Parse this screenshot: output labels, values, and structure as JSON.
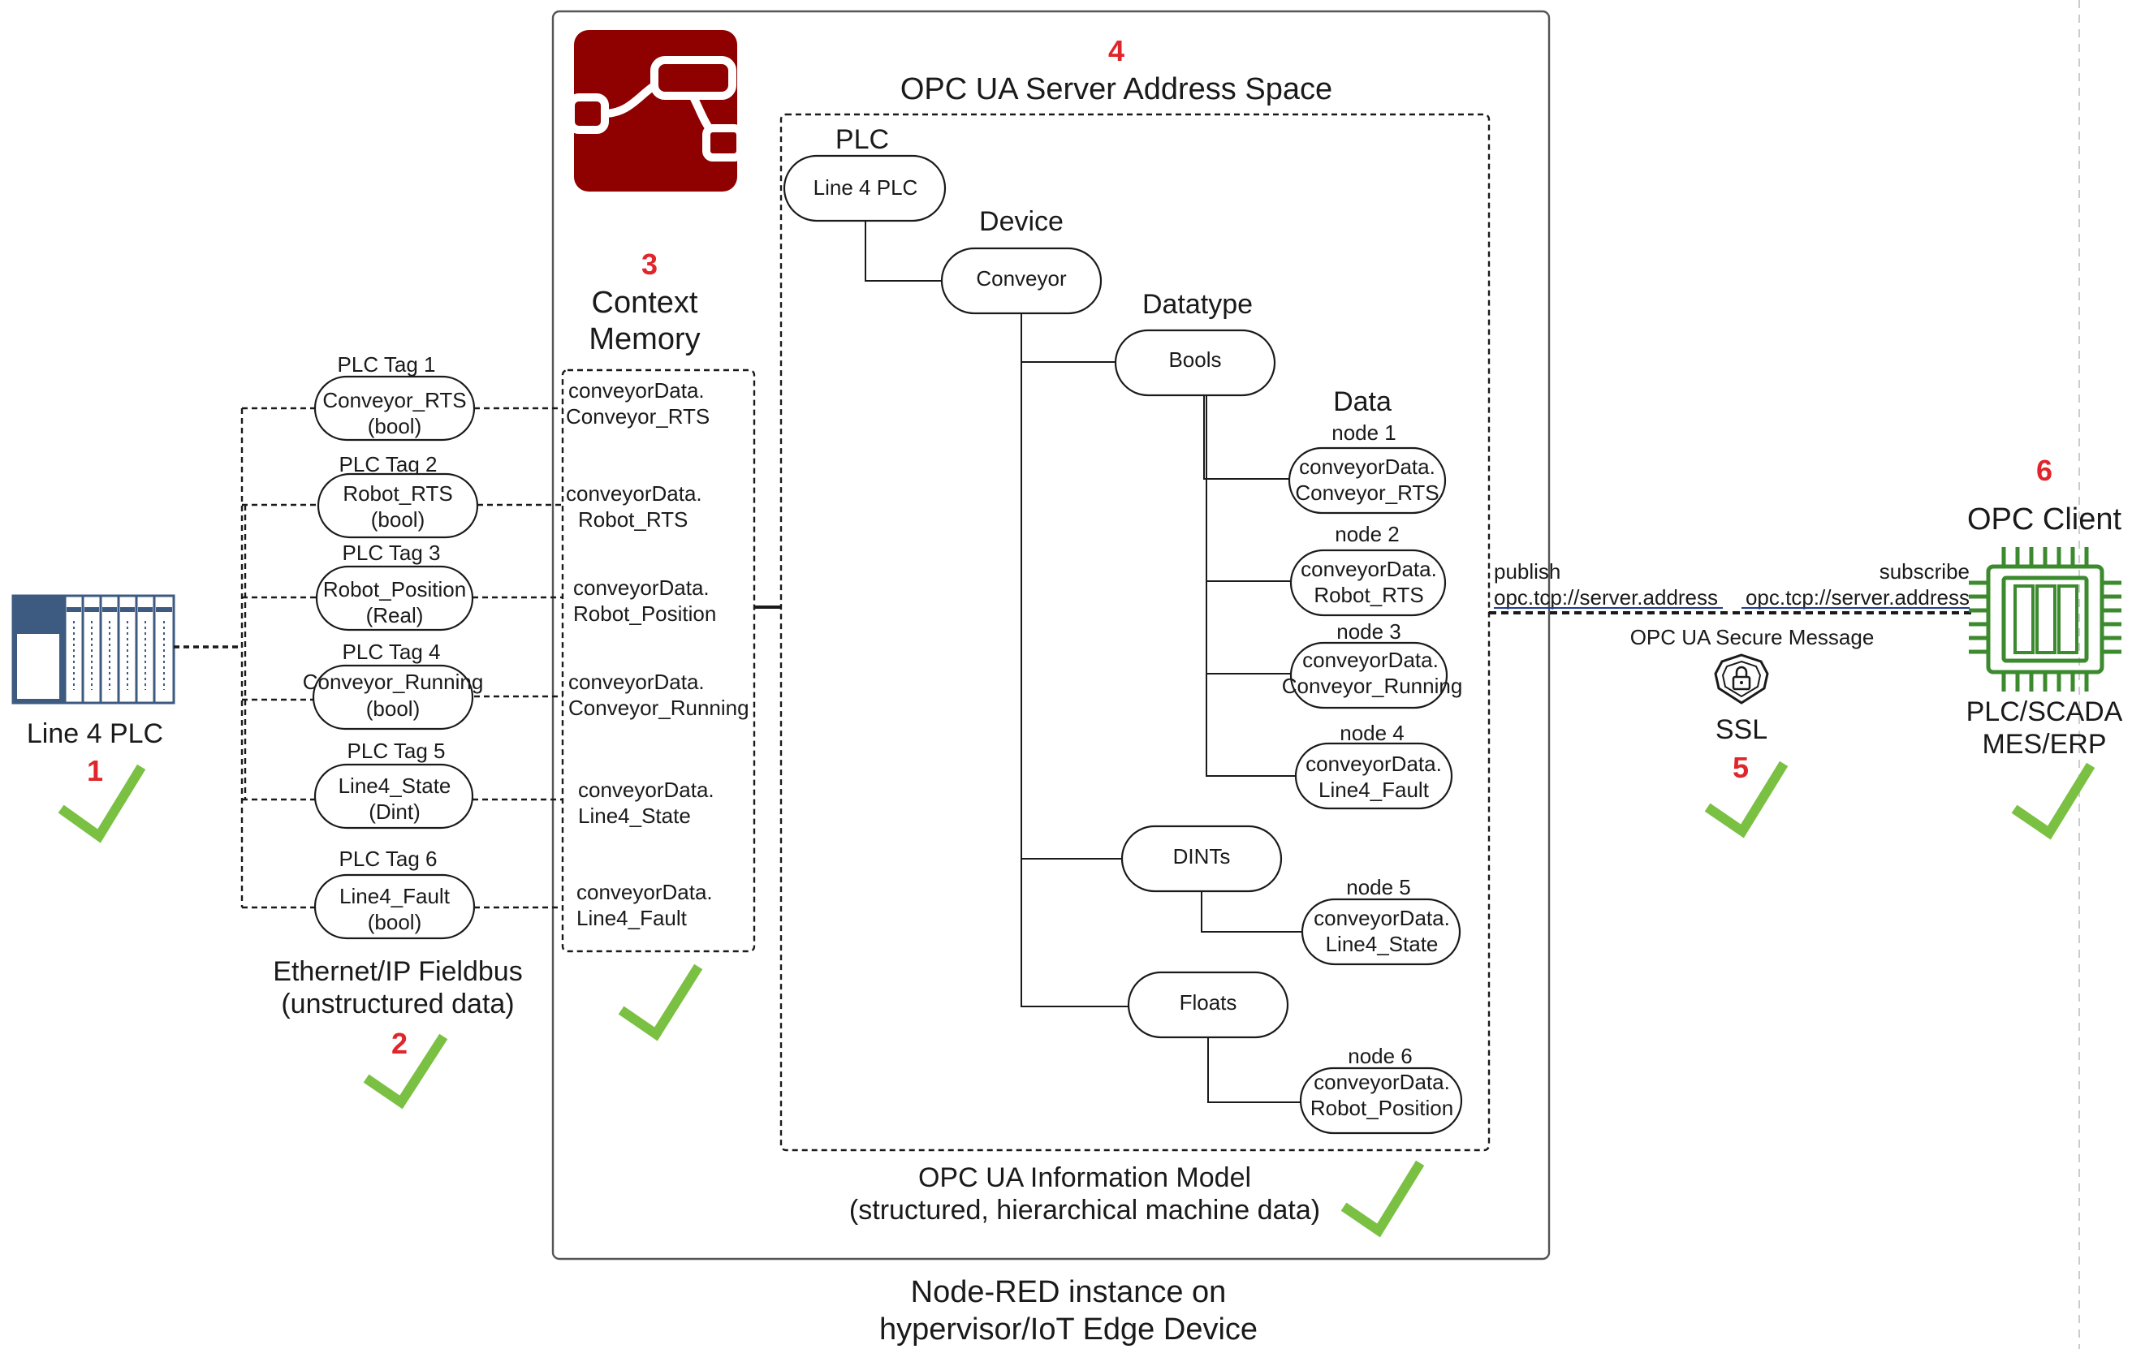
{
  "plc": {
    "label": "Line 4 PLC",
    "number": "1"
  },
  "fieldbus": {
    "label_line1": "Ethernet/IP Fieldbus",
    "label_line2": "(unstructured data)",
    "number": "2",
    "tags": [
      {
        "title": "PLC Tag 1",
        "name": "Conveyor_RTS",
        "type": "(bool)"
      },
      {
        "title": "PLC Tag 2",
        "name": "Robot_RTS",
        "type": "(bool)"
      },
      {
        "title": "PLC Tag 3",
        "name": "Robot_Position",
        "type": "(Real)"
      },
      {
        "title": "PLC Tag 4",
        "name": "Conveyor_Running",
        "type": "(bool)"
      },
      {
        "title": "PLC Tag 5",
        "name": "Line4_State",
        "type": "(Dint)"
      },
      {
        "title": "PLC Tag 6",
        "name": "Line4_Fault",
        "type": "(bool)"
      }
    ]
  },
  "context_memory": {
    "number": "3",
    "title_line1": "Context",
    "title_line2": "Memory",
    "entries": [
      {
        "line1": "conveyorData.",
        "line2": "Conveyor_RTS"
      },
      {
        "line1": "conveyorData.",
        "line2": "Robot_RTS"
      },
      {
        "line1": "conveyorData.",
        "line2": "Robot_Position"
      },
      {
        "line1": "conveyorData.",
        "line2": "Conveyor_Running"
      },
      {
        "line1": "conveyorData.",
        "line2": "Line4_State"
      },
      {
        "line1": "conveyorData.",
        "line2": "Line4_Fault"
      }
    ]
  },
  "address_space": {
    "number": "4",
    "title": "OPC UA Server Address Space",
    "plc_heading": "PLC",
    "plc_node": "Line 4 PLC",
    "device_heading": "Device",
    "device_node": "Conveyor",
    "datatype_heading": "Datatype",
    "data_heading": "Data",
    "groups": {
      "bools": "Bools",
      "dints": "DINTs",
      "floats": "Floats"
    },
    "nodes": [
      {
        "title": "node 1",
        "line1": "conveyorData.",
        "line2": "Conveyor_RTS"
      },
      {
        "title": "node 2",
        "line1": "conveyorData.",
        "line2": "Robot_RTS"
      },
      {
        "title": "node 3",
        "line1": "conveyorData.",
        "line2": "Conveyor_Running"
      },
      {
        "title": "node 4",
        "line1": "conveyorData.",
        "line2": "Line4_Fault"
      },
      {
        "title": "node 5",
        "line1": "conveyorData.",
        "line2": "Line4_State"
      },
      {
        "title": "node 6",
        "line1": "conveyorData.",
        "line2": "Robot_Position"
      }
    ],
    "model_line1": "OPC UA Information Model",
    "model_line2": "(structured, hierarchical machine data)"
  },
  "node_red": {
    "line1": "Node-RED instance on",
    "line2": "hypervisor/IoT Edge Device"
  },
  "connection": {
    "publish_label": "publish",
    "publish_address": "opc.tcp://server.address",
    "subscribe_label": "subscribe",
    "subscribe_address": "opc.tcp://server.address",
    "secure_message": "OPC UA Secure Message",
    "ssl_label": "SSL",
    "number": "5"
  },
  "client": {
    "number": "6",
    "title": "OPC Client",
    "label_line1": "PLC/SCADA",
    "label_line2": "MES/ERP"
  },
  "colors": {
    "step_number": "#e0262a",
    "checkmark": "#7ac143",
    "node_red_logo": "#8f0000",
    "plc_icon": "#3d5a80",
    "chip_icon": "#3c8a2e",
    "link_underline": "#1f3b99"
  }
}
